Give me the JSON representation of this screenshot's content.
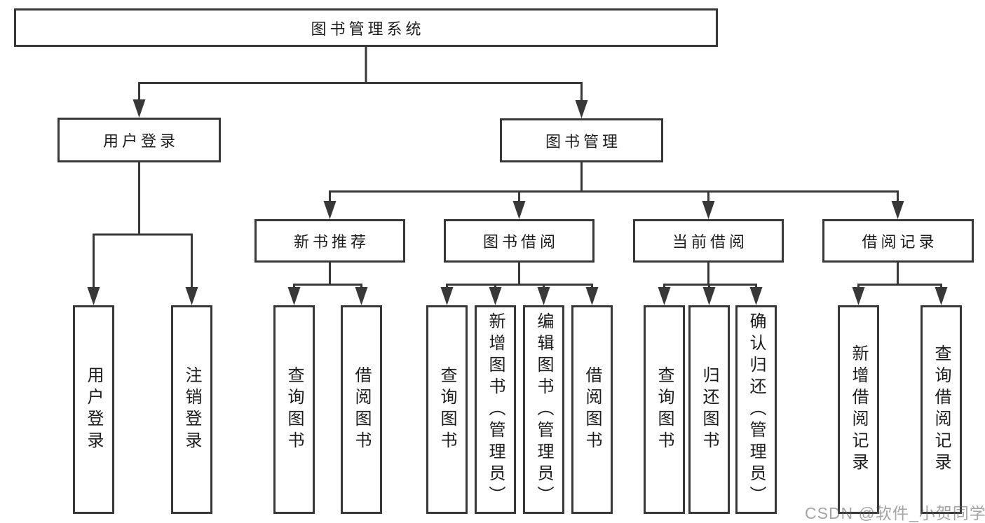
{
  "nodes": {
    "root": {
      "label": "图书管理系统"
    },
    "level2": [
      {
        "label": "用户登录"
      },
      {
        "label": "图书管理"
      }
    ],
    "level3": [
      {
        "label": "新书推荐",
        "parent": "图书管理"
      },
      {
        "label": "图书借阅",
        "parent": "图书管理"
      },
      {
        "label": "当前借阅",
        "parent": "图书管理"
      },
      {
        "label": "借阅记录",
        "parent": "图书管理"
      }
    ],
    "leaves": [
      {
        "label": "用户登录",
        "parent": "用户登录"
      },
      {
        "label": "注销登录",
        "parent": "用户登录"
      },
      {
        "label": "查询图书",
        "parent": "新书推荐"
      },
      {
        "label": "借阅图书",
        "parent": "新书推荐"
      },
      {
        "label": "查询图书",
        "parent": "图书借阅"
      },
      {
        "label": "新增图书（管理员）",
        "parent": "图书借阅"
      },
      {
        "label": "编辑图书（管理员）",
        "parent": "图书借阅"
      },
      {
        "label": "借阅图书",
        "parent": "图书借阅"
      },
      {
        "label": "查询图书",
        "parent": "当前借阅"
      },
      {
        "label": "归还图书",
        "parent": "当前借阅"
      },
      {
        "label": "确认归还（管理员）",
        "parent": "当前借阅"
      },
      {
        "label": "新增借阅记录",
        "parent": "借阅记录"
      },
      {
        "label": "查询借阅记录",
        "parent": "借阅记录"
      }
    ]
  },
  "watermark": "CSDN @软件_小贺同学",
  "colors": {
    "line": "#383838",
    "text": "#1c1c1c",
    "background": "#ffffff",
    "watermark": "#a6a6a6"
  }
}
